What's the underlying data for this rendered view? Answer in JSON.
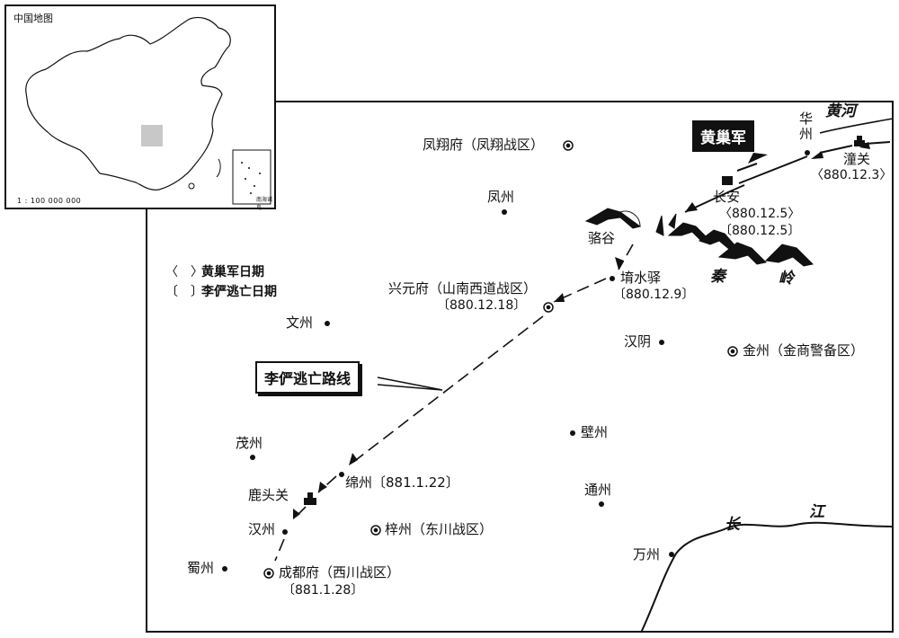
{
  "inset": {
    "title": "中国地图",
    "scale": "1 : 100 000 000",
    "sub_label": "南海诸岛"
  },
  "callouts": {
    "huangchao": "黄巢军",
    "liyan_route": "李俨逃亡路线"
  },
  "legend": [
    {
      "symbol": "〈　〉",
      "text": "黄巢军日期"
    },
    {
      "symbol": "〔　〕",
      "text": "李俨逃亡日期"
    }
  ],
  "places": {
    "fengxiang": "凤翔府（凤翔战区）",
    "fengzhou": "凤州",
    "huazhou": "华州",
    "tongguan": "潼关",
    "tongguan_date": "〈880.12.3〉",
    "changan": "长安",
    "changan_date1": "〈880.12.5〉",
    "changan_date2": "〔880.12.5〕",
    "luogu": "骆谷",
    "shuishuiyi": "堉水驿",
    "shuishuiyi_date": "〔880.12.9〕",
    "xingyuan": "兴元府（山南西道战区）",
    "xingyuan_date": "〔880.12.18〕",
    "wenzhou": "文州",
    "hanyin": "汉阴",
    "jinzhou": "金州（金商警备区）",
    "bizhou": "壁州",
    "maozhou": "茂州",
    "mianzhou": "绵州〔881.1.22〕",
    "lutouguan": "鹿头关",
    "tongzhou": "通州",
    "hanzhou": "汉州",
    "zizhou": "梓州（东川战区）",
    "wanzhou": "万州",
    "shuzhou": "蜀州",
    "chengdu": "成都府（西川战区）",
    "chengdu_date": "〔881.1.28〕"
  },
  "features": {
    "huanghe": "黄河",
    "qinling_1": "秦",
    "qinling_2": "岭",
    "changjiang_1": "长",
    "changjiang_2": "江"
  },
  "colors": {
    "ink": "#111111",
    "highlight_region": "#c8c8c8"
  }
}
